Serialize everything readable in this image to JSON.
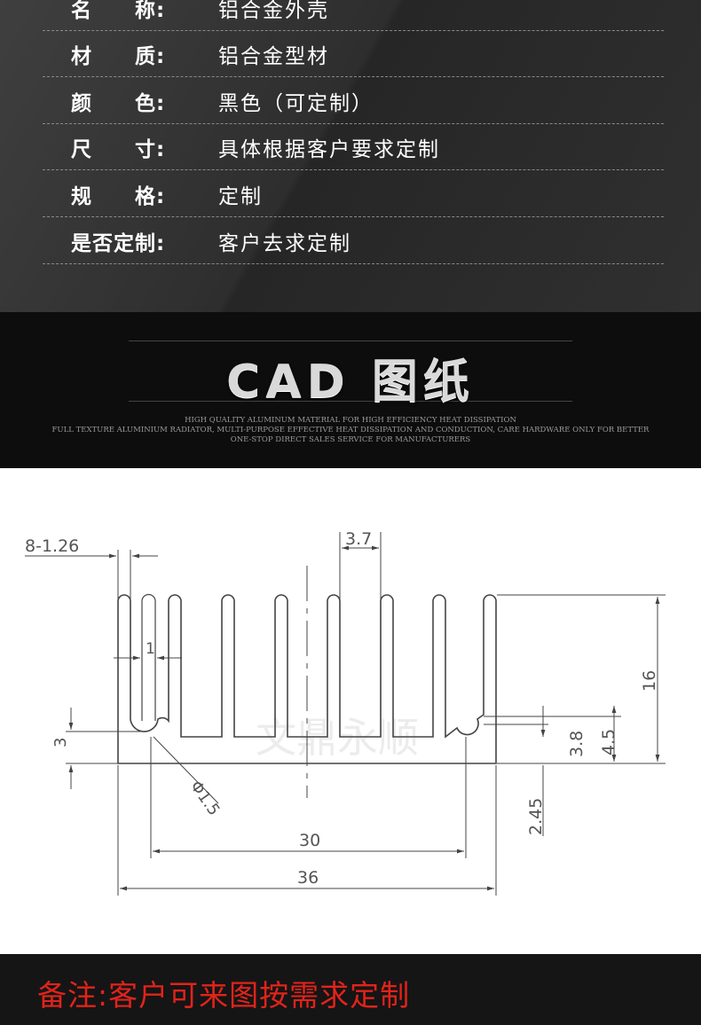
{
  "specs": [
    {
      "label": "名　　称:",
      "value": "铝合金外壳"
    },
    {
      "label": "材　　质:",
      "value": "铝合金型材"
    },
    {
      "label": "颜　　色:",
      "value": "黑色（可定制）"
    },
    {
      "label": "尺　　寸:",
      "value": "具体根据客户要求定制"
    },
    {
      "label": "规　　格:",
      "value": "定制"
    },
    {
      "label": "是否定制:",
      "value": "客户去求定制"
    }
  ],
  "cad": {
    "title": "CAD 图纸",
    "subtitle_lines": [
      "HIGH QUALITY ALUMINUM MATERIAL FOR HIGH EFFICIENCY HEAT DISSIPATION",
      "FULL TEXTURE ALUMINIUM RADIATOR, MULTI-PURPOSE EFFECTIVE HEAT DISSIPATION AND CONDUCTION, CARE HARDWARE ONLY FOR BETTER",
      "ONE-STOP DIRECT SALES SERVICE FOR MANUFACTURERS"
    ]
  },
  "drawing": {
    "dims": {
      "fins": "8-1.26",
      "pitch": "3.7",
      "gap": "1",
      "slot": "3",
      "height": "16",
      "h38": "3.8",
      "h45": "4.5",
      "hole": "Φ1.5",
      "base": "2.45",
      "inner": "30",
      "width": "36"
    },
    "watermark": "文鼎永顺"
  },
  "note": "备注:客户可来图按需求定制"
}
